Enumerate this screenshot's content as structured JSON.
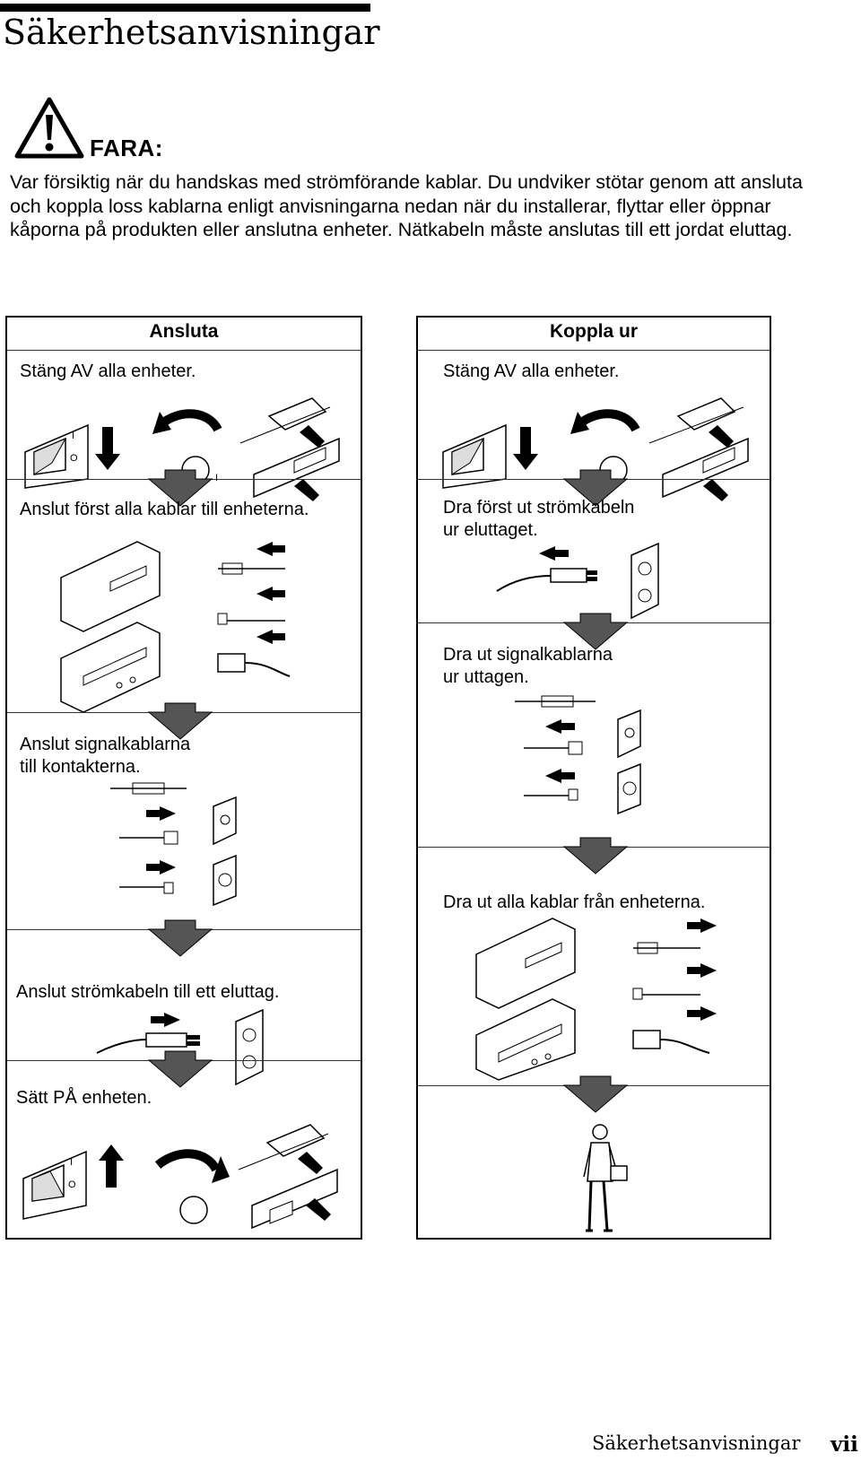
{
  "page": {
    "title": "Säkerhetsanvisningar",
    "danger_label": "FARA:",
    "intro": "Var försiktig när du handskas med strömförande kablar. Du undviker stötar genom att ansluta och koppla loss kablarna enligt anvisningarna nedan när du installerar, flyttar eller öppnar kåporna på produkten eller anslutna enheter. Nätkabeln måste anslutas till ett jordat eluttag."
  },
  "connect": {
    "title": "Ansluta",
    "steps": [
      "Stäng AV alla enheter.",
      "Anslut först alla kablar till enheterna.",
      "Anslut signalkablarna\ntill kontakterna.",
      "Anslut strömkabeln till ett eluttag.",
      "Sätt PÅ enheten."
    ]
  },
  "disconnect": {
    "title": "Koppla ur",
    "steps": [
      "Stäng AV alla enheter.",
      "Dra först ut strömkabeln\nur eluttaget.",
      "Dra ut signalkablarna\nur uttagen.",
      "Dra ut alla kablar från enheterna."
    ]
  },
  "icons": {
    "warning": "warning-triangle-icon",
    "down_arrow": "down-arrow-icon",
    "left_arrow": "left-arrow-icon",
    "right_arrow": "right-arrow-icon"
  },
  "footer": {
    "title": "Säkerhetsanvisningar",
    "page_number": "vii"
  }
}
